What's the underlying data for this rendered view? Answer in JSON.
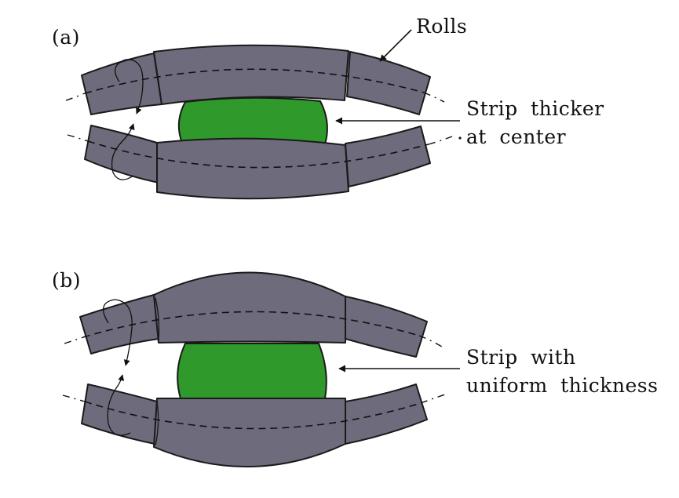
{
  "colors": {
    "roll": "#6e6c7c",
    "strip": "#2f9a2b",
    "line": "#111111"
  },
  "panel_a": {
    "label": "(a)",
    "rolls_label": "Rolls",
    "strip_label_line1": "Strip   thicker",
    "strip_label_line2": "at   center"
  },
  "panel_b": {
    "label": "(b)",
    "strip_label_line1": "Strip   with",
    "strip_label_line2": "uniform   thickness"
  }
}
